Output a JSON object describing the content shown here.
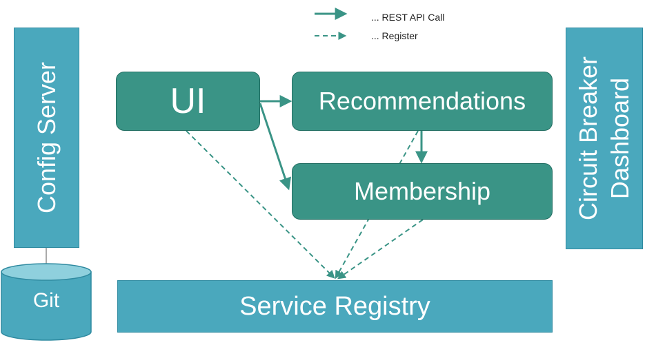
{
  "legend": {
    "rest_call_label": "... REST API Call",
    "register_label": "... Register"
  },
  "nodes": {
    "config_server": "Config Server",
    "git": "Git",
    "ui": "UI",
    "recommendations": "Recommendations",
    "membership": "Membership",
    "service_registry": "Service Registry",
    "circuit_breaker_line1": "Circuit Breaker",
    "circuit_breaker_line2": "Dashboard"
  },
  "colors": {
    "service_box_fill": "#3a9486",
    "infra_box_fill": "#4aa8bd",
    "arrow": "#3a9486"
  }
}
